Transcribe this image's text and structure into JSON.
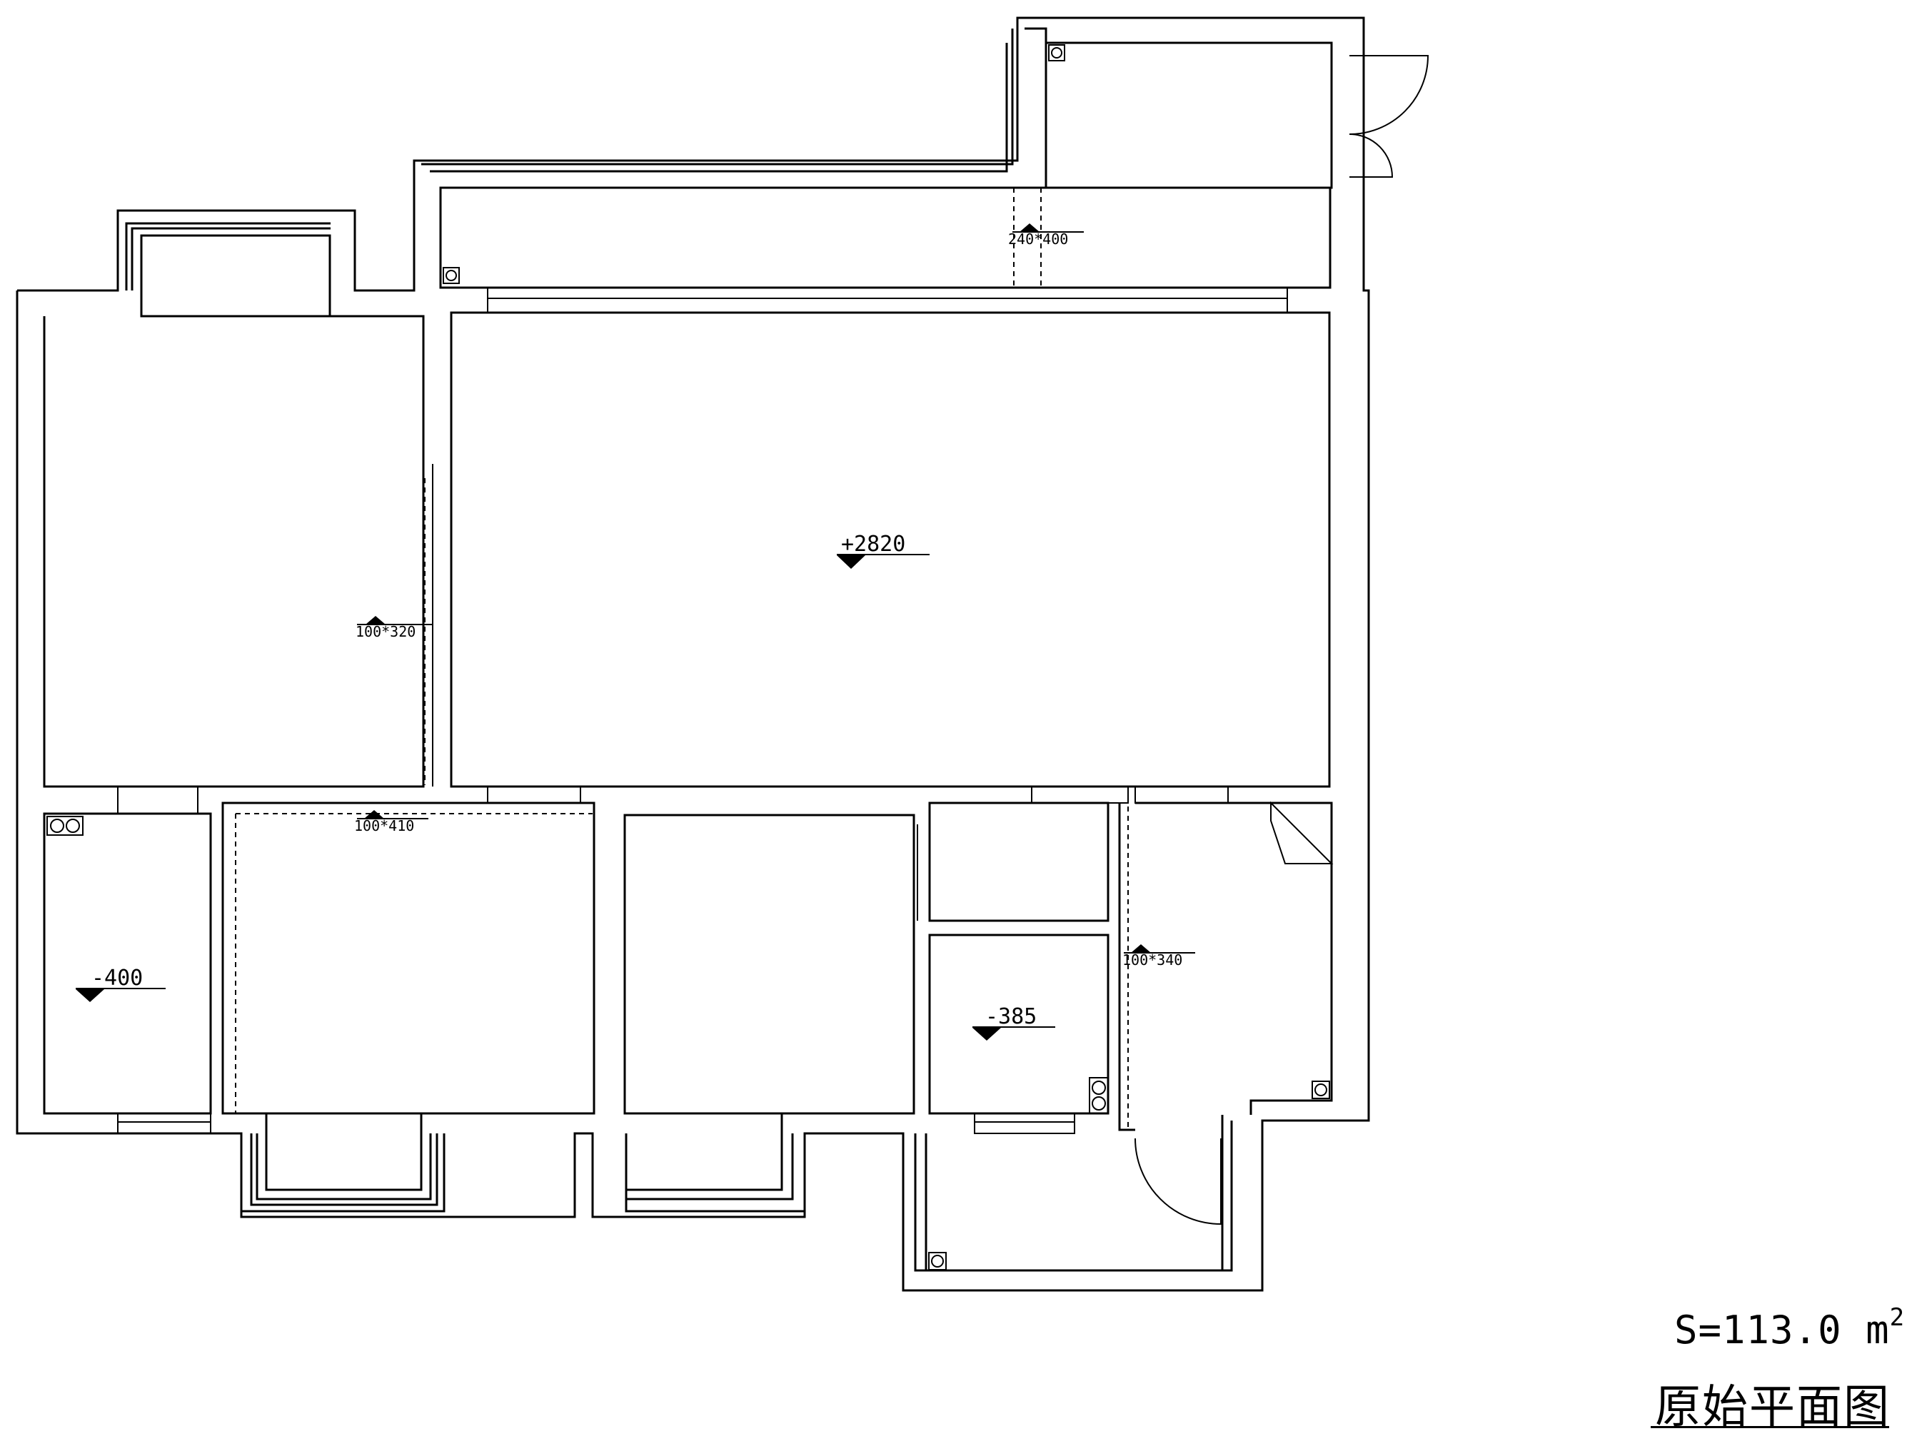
{
  "drawing": {
    "area_value": "S=113.0 m",
    "area_superscript": "2",
    "title": "原始平面图"
  },
  "levels": {
    "living": "+2820",
    "left_room": "-400",
    "bath": "-385"
  },
  "openings": {
    "balcony_top": "240*400",
    "wall_left": "100*320",
    "corridor": "100*410",
    "entry": "100*340"
  }
}
